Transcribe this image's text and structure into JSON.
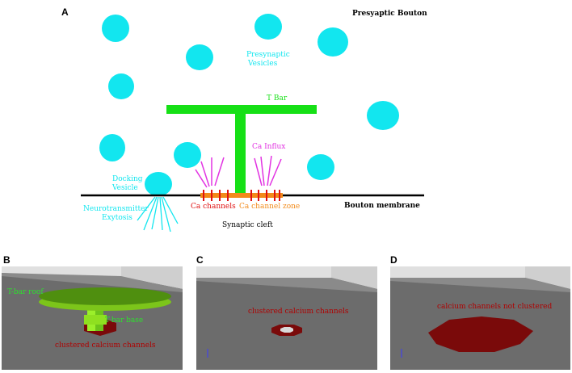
{
  "panel_a": {
    "letter": "A",
    "presynaptic_bouton": "Presyaptic Bouton",
    "presynaptic_vesicles": [
      "Presynaptic",
      "Vesicles"
    ],
    "t_bar": "T Bar",
    "ca_influx": "Ca Influx",
    "docking_vesicle": [
      "Docking",
      "Vesicle"
    ],
    "neurotransmitter_exytosis": [
      "Neurotransmitter",
      "Exytosis"
    ],
    "ca_channels": "Ca channels",
    "ca_channel_zone": "Ca channel zone",
    "bouton_membrane": "Bouton membrane",
    "synaptic_cleft": "Synaptic cleft"
  },
  "panel_b": {
    "letter": "B",
    "t_bar_roof": "T-bar roof",
    "t_bar_base": "T-bar base",
    "clustered_calcium_channels": "clustered calcium channels"
  },
  "panel_c": {
    "letter": "C",
    "clustered_calcium_channels": "clustered calcium channels"
  },
  "panel_d": {
    "letter": "D",
    "calcium_channels_not_clustered": "calcium channels not clustered"
  },
  "colors": {
    "vesicle": "#12e6ef",
    "t_bar": "#16e016",
    "ca_influx": "#e233e2",
    "ca_channel": "#e01010",
    "ca_channel_zone": "#f28a1a",
    "membrane": "#000000",
    "dark_red": "#7a0a0a",
    "floor": "#6c6c6c",
    "wall": "#d7d7d7"
  }
}
